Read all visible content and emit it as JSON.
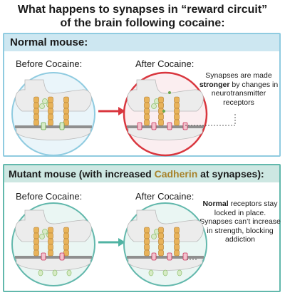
{
  "title": {
    "line1": "What happens to synapses in “reward circuit”",
    "line2": "of the brain following cocaine:"
  },
  "normal": {
    "header": "Normal mouse:",
    "before_label": "Before Cocaine:",
    "after_label": "After Cocaine:",
    "note": {
      "pre": "Synapses are made",
      "bold": "stronger",
      "post": "by changes in neurotransmitter receptors"
    }
  },
  "mutant": {
    "header_pre": "Mutant mouse (with increased",
    "header_highlight": "Cadherin",
    "header_post": "at synapses):",
    "before_label": "Before Cocaine:",
    "after_label": "After Cocaine:",
    "note": {
      "bold": "Normal",
      "post": "receptors stay locked in place. Synapses can’t increase in strength, blocking addiction"
    }
  },
  "colors": {
    "normal_border": "#8fcbe0",
    "normal_header_bg": "#cde7f1",
    "mutant_border": "#62b8ac",
    "mutant_header_bg": "#cde7e2",
    "cadherin": "#a7822a",
    "red_arrow": "#d9363e",
    "teal_arrow": "#50b3a3"
  }
}
